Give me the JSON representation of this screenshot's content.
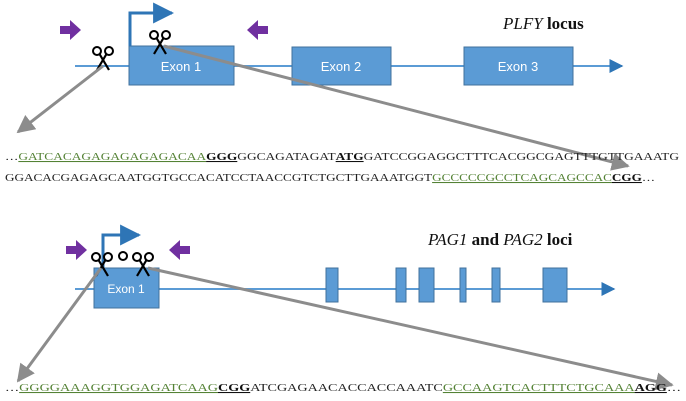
{
  "colors": {
    "exon_fill": "#5b9bd5",
    "exon_stroke": "#41719c",
    "guide": "#548235",
    "pam": "#111111",
    "primer": "#7030a0",
    "connector": "#8c8c8c",
    "text": "#222222"
  },
  "panel_top": {
    "title_gene": "PLFY",
    "title_rest": " locus",
    "exons": [
      "Exon 1",
      "Exon 2",
      "Exon 3"
    ],
    "seq_line1": {
      "lead": "…",
      "guide": "GATCACAGAGAGAGAGACAA",
      "pam": "GGG",
      "mid1": "GGCAGATAGAT",
      "atg": "ATG",
      "tail": "GATCCGGAGGCTTTCACGGCGAGTTTGTTGAAATG"
    },
    "seq_line2": {
      "lead": "GGACACGAGAGCAATGGTGCCACATCCTAACCGTCTGCTTGAAATGGT",
      "guide": "GCCCCCGCCTCAGCAGCCAC",
      "pam": "CGG",
      "tail": "…"
    }
  },
  "panel_bottom": {
    "title_gene1": "PAG1",
    "title_mid": " and ",
    "title_gene2": "PAG2",
    "title_rest": " loci",
    "exons": [
      "Exon 1"
    ],
    "seq_line": {
      "lead": "…",
      "guide1": "GGGGAAAGGTGGAGATCAAG",
      "pam1": "CGG",
      "mid": "ATCGAGAACACCACCAAATC",
      "guide2": "GCCAAGTCACTTTCTGCAAA",
      "pam2": "AGG",
      "tail": "…"
    }
  },
  "icons": {
    "scissors": "scissors-icon",
    "primer_forward": "arrow-right-icon",
    "primer_reverse": "arrow-left-icon",
    "tss": "bent-arrow-icon"
  }
}
